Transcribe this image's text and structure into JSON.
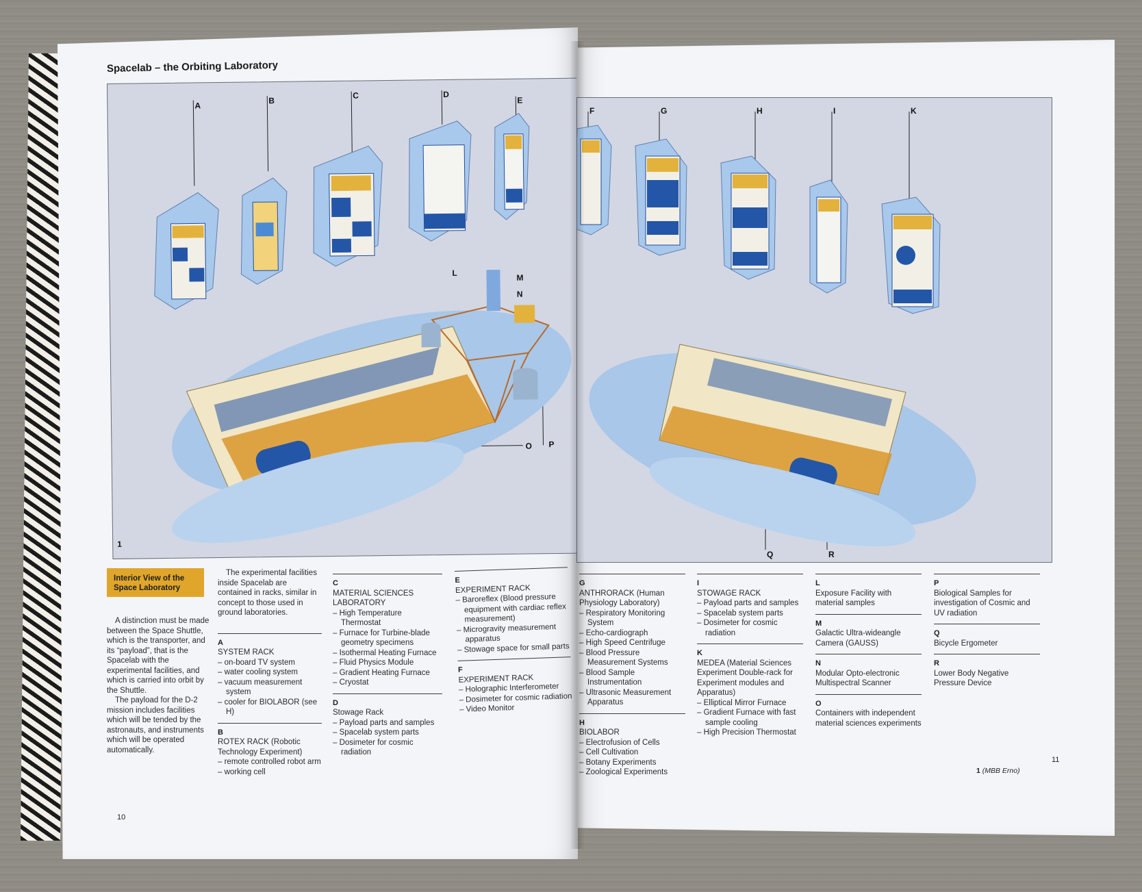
{
  "left_page": {
    "header_title": "Spacelab – the Orbiting Laboratory",
    "figure_number": "1",
    "rack_labels": [
      "A",
      "B",
      "C",
      "D",
      "E"
    ],
    "equipment_labels": [
      "L",
      "M",
      "N",
      "O",
      "P"
    ],
    "caption_box": "Interior View of the Space Laboratory",
    "intro_paragraphs": [
      "A distinction must be made between the Space Shuttle, which is the transporter, and its “payload”, that is the Spacelab with the experimental facilities, and which is carried into orbit by the Shuttle.",
      "The payload for the D-2 mission includes facilities which will be tended by the astronauts, and instruments which will be operated automatically."
    ],
    "racks_intro": "The experimental facilities inside Spacelab are contained in racks, similar in concept to those used in ground laboratories.",
    "sections_col2": [
      {
        "letter": "A",
        "title": "SYSTEM RACK",
        "items": [
          "on-board TV system",
          "water cooling system",
          "vacuum measurement system",
          "cooler for BIOLABOR (see H)"
        ]
      },
      {
        "letter": "B",
        "title": "ROTEX RACK (Robotic Technology Experiment)",
        "items": [
          "remote controlled robot arm",
          "working cell"
        ]
      }
    ],
    "sections_col3": [
      {
        "letter": "C",
        "title": "MATERIAL SCIENCES LABORATORY",
        "items": [
          "High Temperature Thermostat",
          "Furnace for Turbine-blade geometry specimens",
          "Isothermal Heating Furnace",
          "Fluid Physics Module",
          "Gradient Heating Furnace",
          "Cryostat"
        ]
      },
      {
        "letter": "D",
        "title": "Stowage Rack",
        "items": [
          "Payload parts and samples",
          "Spacelab system parts",
          "Dosimeter for cosmic radiation"
        ]
      }
    ],
    "sections_col4": [
      {
        "letter": "E",
        "title": "EXPERIMENT RACK",
        "items": [
          "Baroreflex (Blood pressure equipment with cardiac reflex measurement)",
          "Microgravity measurement apparatus",
          "Stowage space for small parts"
        ]
      },
      {
        "letter": "F",
        "title": "EXPERIMENT RACK",
        "items": [
          "Holographic Interferometer",
          "Dosimeter for cosmic radiation",
          "Video Monitor"
        ]
      }
    ],
    "page_number": "10"
  },
  "right_page": {
    "rack_labels": [
      "F",
      "G",
      "H",
      "I",
      "K"
    ],
    "equipment_labels": [
      "Q",
      "R"
    ],
    "sections_col1": [
      {
        "letter": "G",
        "title": "ANTHRORACK (Human Physiology Laboratory)",
        "items": [
          "Respiratory Monitoring System",
          "Echo-cardiograph",
          "High Speed Centrifuge",
          "Blood Pressure Measurement Systems",
          "Blood Sample Instrumentation",
          "Ultrasonic Measurement Apparatus"
        ]
      },
      {
        "letter": "H",
        "title": "BIOLABOR",
        "items": [
          "Electrofusion of Cells",
          "Cell Cultivation",
          "Botany Experiments",
          "Zoological Experiments"
        ]
      }
    ],
    "sections_col2": [
      {
        "letter": "I",
        "title": "STOWAGE RACK",
        "items": [
          "Payload parts and samples",
          "Spacelab system parts",
          "Dosimeter for cosmic radiation"
        ]
      },
      {
        "letter": "K",
        "title": "MEDEA (Material Sciences Experiment Double-rack for Experiment modules and Apparatus)",
        "items": [
          "Elliptical Mirror Furnace",
          "Gradient Furnace with fast sample cooling",
          "High Precision Thermostat"
        ]
      }
    ],
    "sections_col3": [
      {
        "letter": "L",
        "title": "Exposure Facility with material samples",
        "items": []
      },
      {
        "letter": "M",
        "title": "Galactic Ultra-wideangle Camera (GAUSS)",
        "items": []
      },
      {
        "letter": "N",
        "title": "Modular Opto-electronic Multispectral Scanner",
        "items": []
      },
      {
        "letter": "O",
        "title": "Containers with independent material sciences experiments",
        "items": []
      }
    ],
    "sections_col4": [
      {
        "letter": "P",
        "title": "Biological Samples for investigation of Cosmic and UV radiation",
        "items": []
      },
      {
        "letter": "Q",
        "title": "Bicycle Ergometer",
        "items": []
      },
      {
        "letter": "R",
        "title": "Lower Body Negative Pressure Device",
        "items": []
      }
    ],
    "credit_number": "1",
    "credit_source": "(MBB Erno)",
    "page_number": "11"
  },
  "colors": {
    "accent_yellow": "#e0a62b",
    "module_blue": "#9fc3ea",
    "rack_blue": "#2456a8",
    "floor_orange": "#d9962c"
  }
}
